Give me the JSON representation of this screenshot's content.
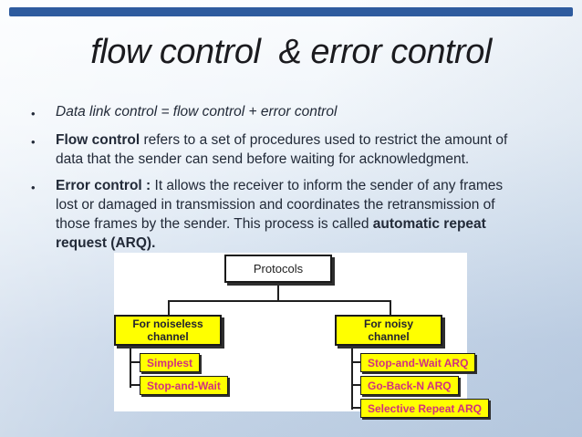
{
  "slide": {
    "title": "flow control  & error control",
    "bullet_marker": "•",
    "bullets": [
      {
        "segments": [
          {
            "text": "Data link control = flow control + error control",
            "italic": true
          }
        ]
      },
      {
        "segments": [
          {
            "text": "Flow control",
            "bold": true
          },
          {
            "text": " refers to a set of procedures used to restrict the amount of\ndata that the sender can send before waiting for acknowledgment."
          }
        ]
      },
      {
        "segments": [
          {
            "text": "Error control :",
            "bold": true
          },
          {
            "text": " It allows the receiver to inform the sender of any frames\nlost or damaged in transmission and coordinates the retransmission of\nthose frames by the sender. This process is called "
          },
          {
            "text": "automatic repeat\nrequest (ARQ).",
            "bold": true
          }
        ]
      }
    ]
  },
  "diagram": {
    "root_label": "Protocols",
    "branches": [
      {
        "label": "For noiseless\nchannel",
        "children": [
          "Simplest",
          "Stop-and-Wait"
        ]
      },
      {
        "label": "For noisy\nchannel",
        "children": [
          "Stop-and-Wait ARQ",
          "Go-Back-N ARQ",
          "Selective Repeat ARQ"
        ]
      }
    ]
  },
  "colors": {
    "top_bar": "#2e5b9e",
    "highlight_yellow": "#ffff00",
    "leaf_text_pink": "#d1307f",
    "title_text": "#1b1b1f",
    "body_text": "#222a38"
  }
}
